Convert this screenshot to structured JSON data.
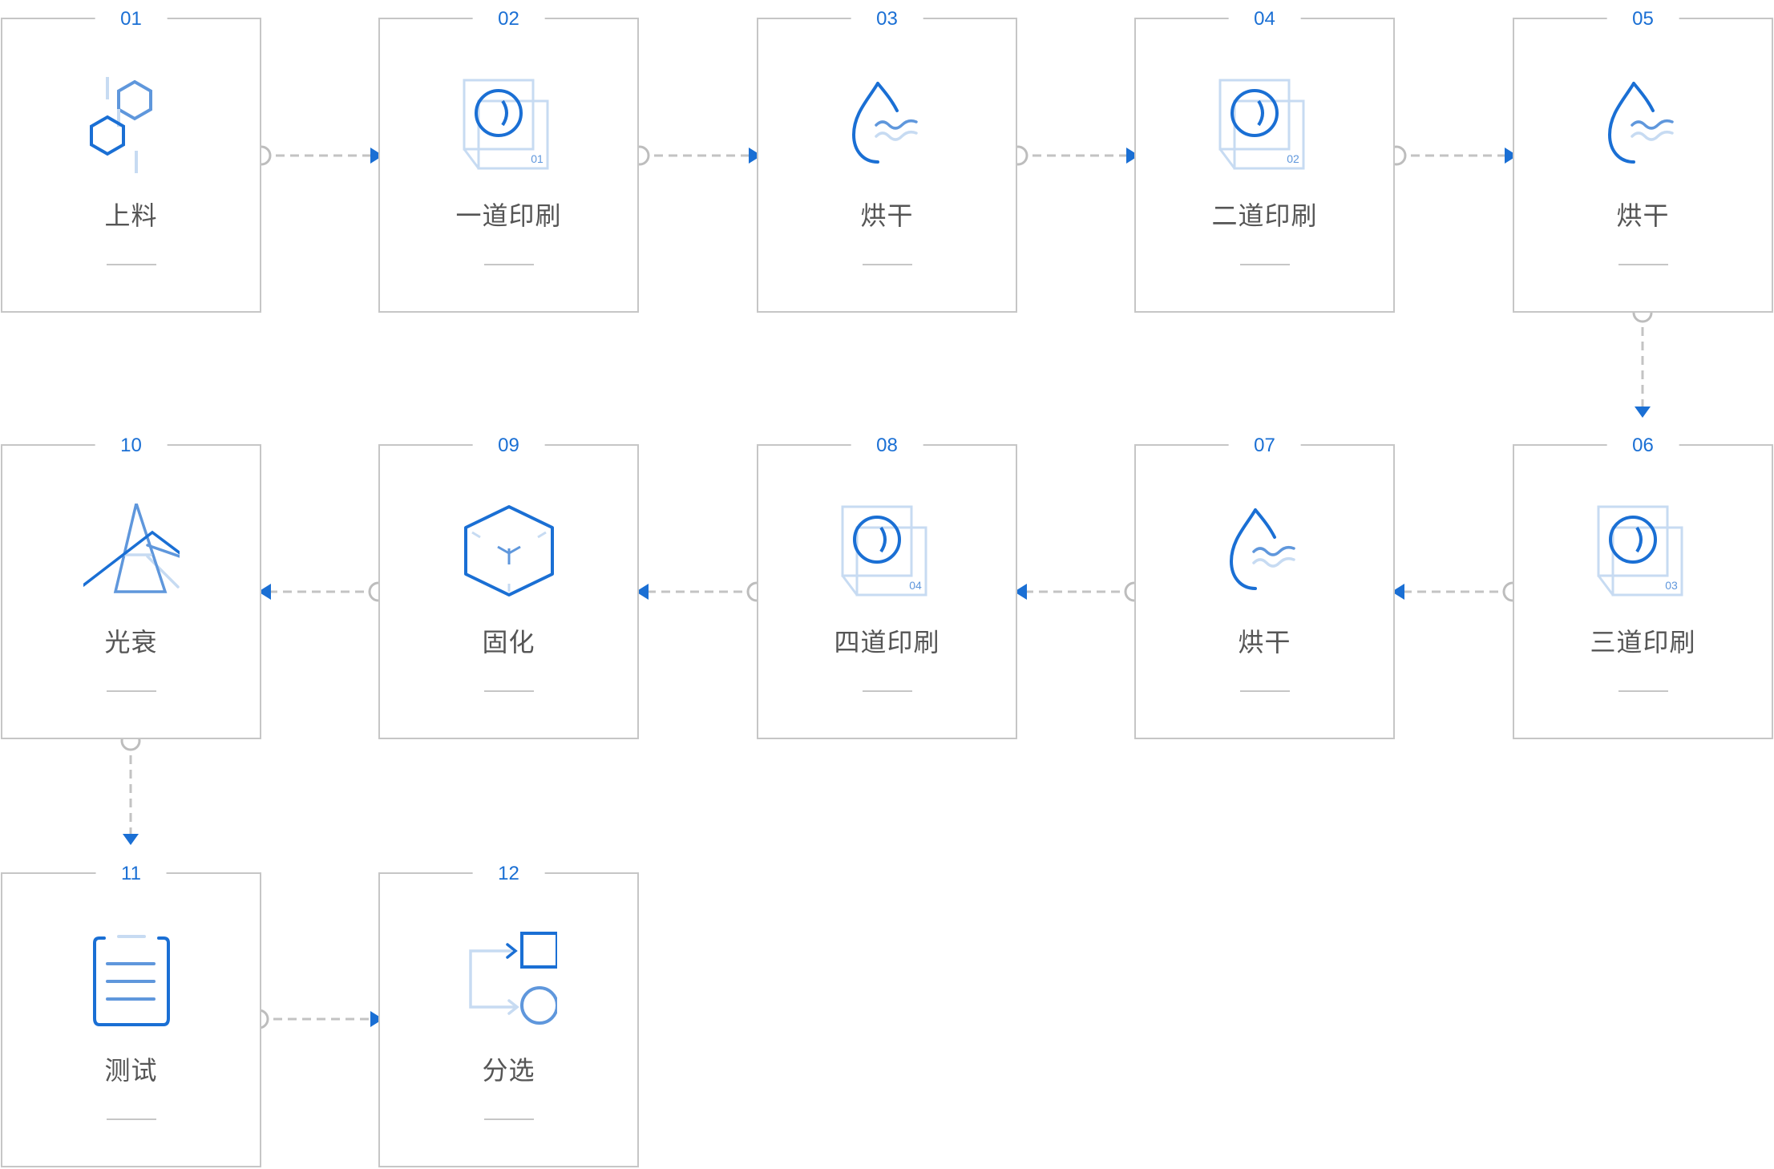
{
  "steps": [
    {
      "number": "01",
      "label": "上料",
      "icon": "hexagon-molecule-icon",
      "badge": ""
    },
    {
      "number": "02",
      "label": "一道印刷",
      "icon": "print-screen-icon",
      "badge": "01"
    },
    {
      "number": "03",
      "label": "烘干",
      "icon": "drop-heat-icon",
      "badge": ""
    },
    {
      "number": "04",
      "label": "二道印刷",
      "icon": "print-screen-icon",
      "badge": "02"
    },
    {
      "number": "05",
      "label": "烘干",
      "icon": "drop-heat-icon",
      "badge": ""
    },
    {
      "number": "06",
      "label": "三道印刷",
      "icon": "print-screen-icon",
      "badge": "03"
    },
    {
      "number": "07",
      "label": "烘干",
      "icon": "drop-heat-icon",
      "badge": ""
    },
    {
      "number": "08",
      "label": "四道印刷",
      "icon": "print-screen-icon",
      "badge": "04"
    },
    {
      "number": "09",
      "label": "固化",
      "icon": "cube-icon",
      "badge": ""
    },
    {
      "number": "10",
      "label": "光衰",
      "icon": "prism-light-icon",
      "badge": ""
    },
    {
      "number": "11",
      "label": "测试",
      "icon": "clipboard-list-icon",
      "badge": ""
    },
    {
      "number": "12",
      "label": "分选",
      "icon": "sort-shapes-icon",
      "badge": ""
    }
  ],
  "colors": {
    "accent": "#1a6fd4",
    "accent_mid": "#5f97dc",
    "accent_light": "#c7dbf2",
    "border": "#c6c6c6",
    "text": "#555555"
  }
}
